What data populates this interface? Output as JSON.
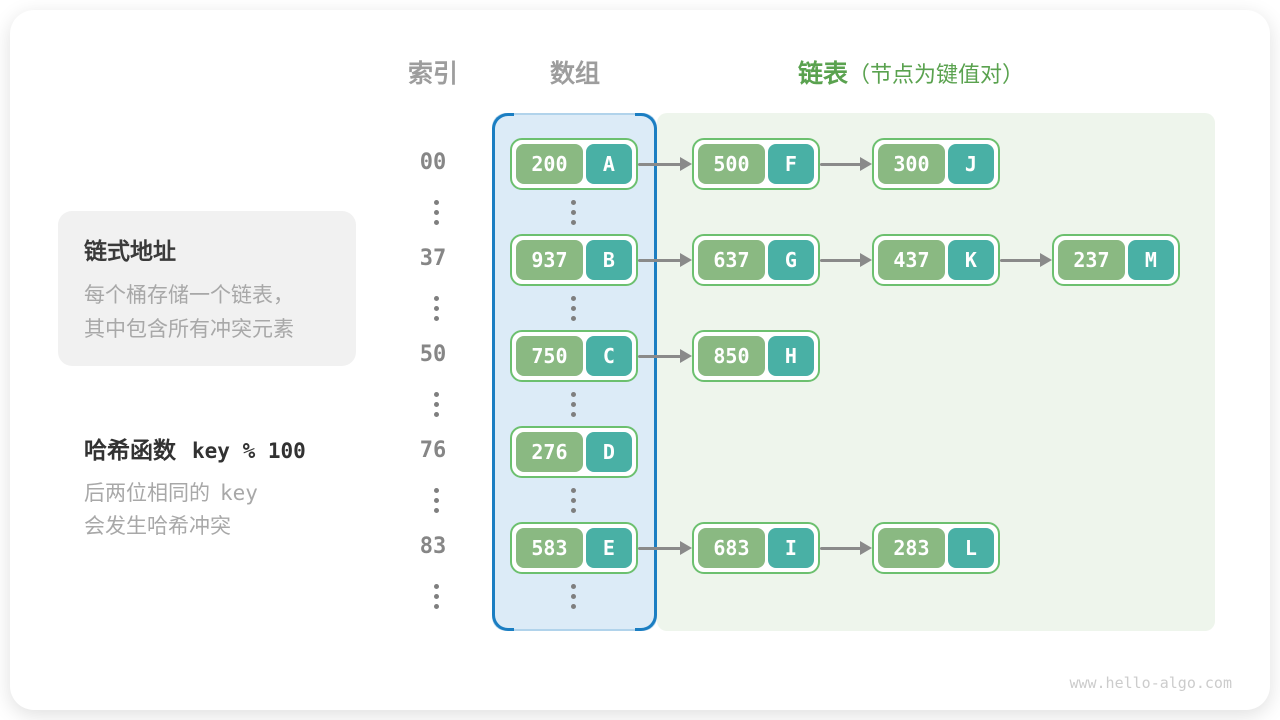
{
  "headers": {
    "index": "索引",
    "array": "数组",
    "list": "链表",
    "list_note": "（节点为键值对）"
  },
  "callout": {
    "title": "链式地址",
    "line1": "每个桶存储一个链表，",
    "line2": "其中包含所有冲突元素"
  },
  "hash_note": {
    "title": "哈希函数",
    "formula": "key % 100",
    "line1_text": "后两位相同的",
    "line1_code": "key",
    "line2": "会发生哈希冲突"
  },
  "buckets": [
    {
      "index": "00",
      "nodes": [
        {
          "key": "200",
          "value": "A"
        },
        {
          "key": "500",
          "value": "F"
        },
        {
          "key": "300",
          "value": "J"
        }
      ]
    },
    {
      "index": "37",
      "nodes": [
        {
          "key": "937",
          "value": "B"
        },
        {
          "key": "637",
          "value": "G"
        },
        {
          "key": "437",
          "value": "K"
        },
        {
          "key": "237",
          "value": "M"
        }
      ]
    },
    {
      "index": "50",
      "nodes": [
        {
          "key": "750",
          "value": "C"
        },
        {
          "key": "850",
          "value": "H"
        }
      ]
    },
    {
      "index": "76",
      "nodes": [
        {
          "key": "276",
          "value": "D"
        }
      ]
    },
    {
      "index": "83",
      "nodes": [
        {
          "key": "583",
          "value": "E"
        },
        {
          "key": "683",
          "value": "I"
        },
        {
          "key": "283",
          "value": "L"
        }
      ]
    }
  ],
  "watermark": "www.hello-algo.com",
  "colors": {
    "bracket_blue": "#1b7ec2",
    "array_fill": "#dcebf7",
    "list_fill": "#eef5ec",
    "node_border": "#6cc06f",
    "key_fill": "#8ab982",
    "value_fill": "#49b0a5",
    "list_header_green": "#5aa24f",
    "arrow_gray": "#8a8a8a"
  }
}
